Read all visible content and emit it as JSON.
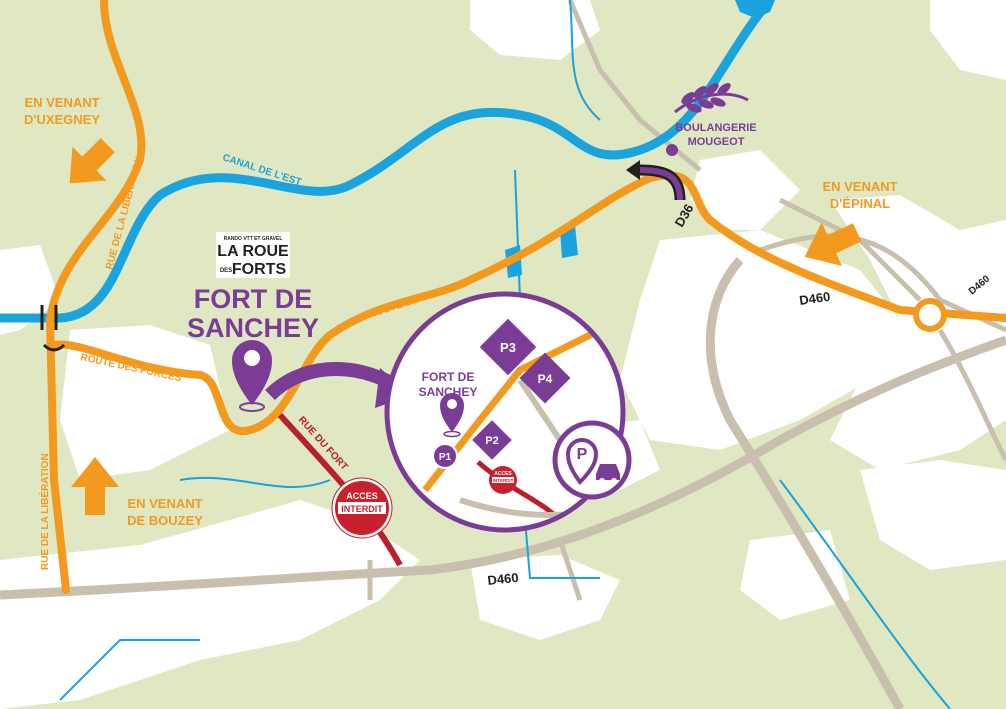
{
  "colors": {
    "land": "#dfe8c3",
    "urban": "#ffffff",
    "water": "#1aa3dc",
    "route_orange": "#f39a1e",
    "road_grey": "#c9bfae",
    "road_red": "#b8202b",
    "purple": "#7b3c96",
    "dark": "#231f20",
    "text_blue": "#1aa3dc",
    "text_grey": "#5b4e44"
  },
  "directions": {
    "uxegney": [
      "EN VENANT",
      "D'UXEGNEY"
    ],
    "bouzey": [
      "EN VENANT",
      "DE BOUZEY"
    ],
    "epinal": [
      "EN VENANT",
      "D'ÉPINAL"
    ]
  },
  "roads": {
    "liberation_top": "RUE DE LA LIBÉRATION",
    "liberation_bottom": "RUE DE LA LIBÉRATION",
    "forces": "ROUTE DES FORCES",
    "sanchey": "ROUTE DE SANCHEY",
    "fort": "RUE DU FORT",
    "d36": "D36",
    "d460_right": "D460",
    "d460_bottom": "D460",
    "d460_corner": "D460"
  },
  "water": {
    "canal": "CANAL DE L'EST"
  },
  "logo": {
    "tagline": "RANDO VTT ET GRAVEL",
    "line1": "LA ROUE",
    "des": "DES",
    "line2": "FORTS"
  },
  "fort": {
    "title_line1": "FORT DE",
    "title_line2": "SANCHEY"
  },
  "bakery": {
    "line1": "BOULANGERIE",
    "line2": "MOUGEOT",
    "icon": "wheat-icon"
  },
  "signs": {
    "no_entry_line1": "ACCES",
    "no_entry_line2": "INTERDIT"
  },
  "inset": {
    "title_line1": "FORT DE",
    "title_line2": "SANCHEY",
    "parking": [
      "P1",
      "P2",
      "P3",
      "P4"
    ],
    "sign_line1": "ACCES",
    "sign_line2": "INTERDIT",
    "badge_letter": "P",
    "badge_icon": "car-parking-icon"
  }
}
